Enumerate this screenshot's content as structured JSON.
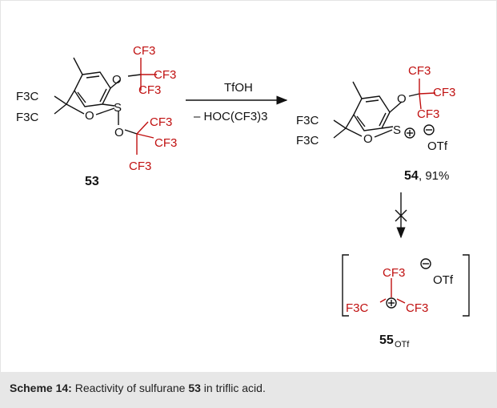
{
  "caption": {
    "label": "Scheme 14:",
    "text_before": " Reactivity of sulfurane ",
    "compound": "53",
    "text_after": " in triflic acid."
  },
  "reaction": {
    "reagent_top": "TfOH",
    "reagent_bottom": "– HOC(CF3)3"
  },
  "compounds": {
    "c53": {
      "number": "53"
    },
    "c54": {
      "number": "54",
      "yield": ", 91%"
    },
    "c55": {
      "number": "55",
      "subscript": "OTf"
    }
  },
  "atoms": {
    "cf3": "CF3",
    "f3c": "F3C",
    "o": "O",
    "s": "S",
    "otf": "OTf"
  },
  "colors": {
    "perfluoro_red": "#c01010",
    "bond_black": "#111111",
    "caption_bg": "#e7e7e7"
  }
}
